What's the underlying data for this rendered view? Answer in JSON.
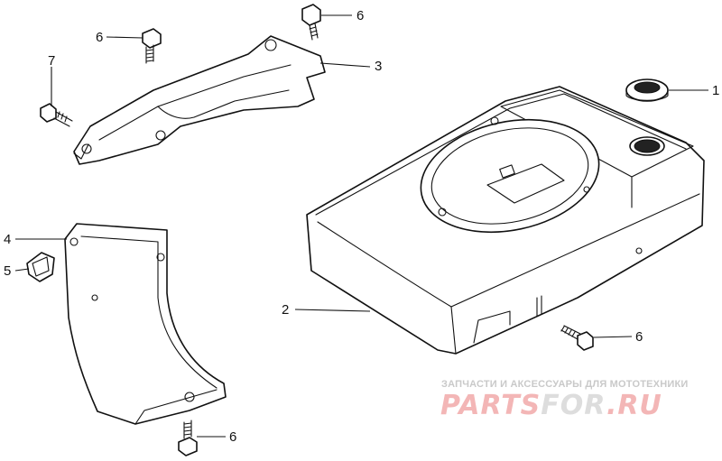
{
  "callouts": {
    "c1": "1",
    "c2": "2",
    "c3": "3",
    "c4": "4",
    "c5": "5",
    "c6a": "6",
    "c6b": "6",
    "c6c": "6",
    "c6d": "6",
    "c7": "7"
  },
  "watermark": {
    "subtitle": "ЗАПЧАСТИ И АКСЕССУАРЫ ДЛЯ МОТОТЕХНИКИ",
    "logo_main": "PARTS",
    "logo_accent": "FOR",
    "logo_suffix": ".RU",
    "main_color": "#f3b6b6",
    "accent_color": "#dddddd"
  }
}
